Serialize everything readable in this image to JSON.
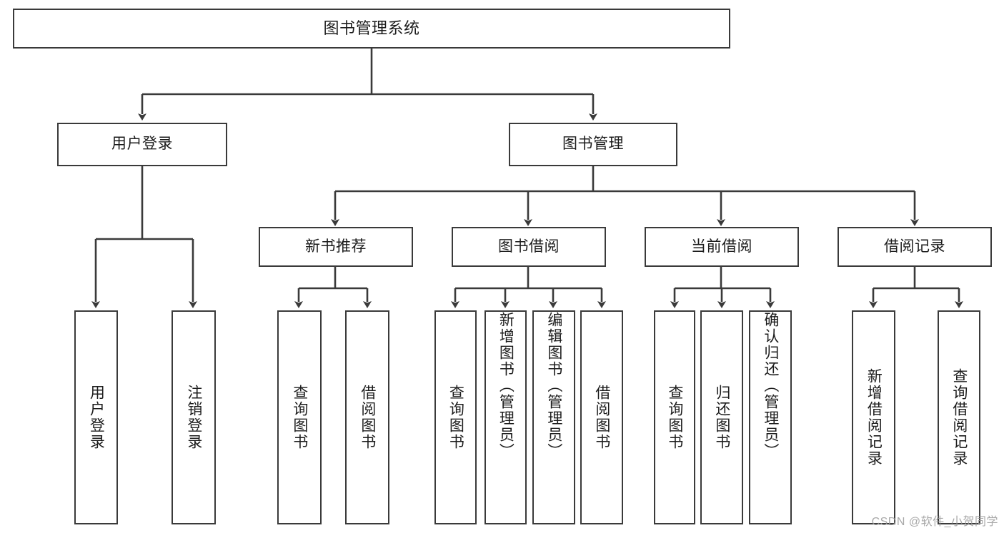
{
  "diagram": {
    "title": "图书管理系统",
    "type": "tree",
    "root": {
      "id": "root",
      "label": "图书管理系统"
    },
    "level2": [
      {
        "id": "user-login",
        "label": "用户登录"
      },
      {
        "id": "book-manage",
        "label": "图书管理"
      }
    ],
    "level3": [
      {
        "id": "new-book-recommend",
        "label": "新书推荐"
      },
      {
        "id": "book-borrow",
        "label": "图书借阅"
      },
      {
        "id": "current-borrow",
        "label": "当前借阅"
      },
      {
        "id": "borrow-record",
        "label": "借阅记录"
      }
    ],
    "leaves": {
      "user_login": [
        {
          "id": "leaf-user-login",
          "label": "用户登录"
        },
        {
          "id": "leaf-logout",
          "label": "注销登录"
        }
      ],
      "new_book_recommend": [
        {
          "id": "leaf-query-book-1",
          "label": "查询图书"
        },
        {
          "id": "leaf-borrow-book-1",
          "label": "借阅图书"
        }
      ],
      "book_borrow": [
        {
          "id": "leaf-query-book-2",
          "label": "查询图书"
        },
        {
          "id": "leaf-add-book",
          "label": "新增图书（管理员）"
        },
        {
          "id": "leaf-edit-book",
          "label": "编辑图书（管理员）"
        },
        {
          "id": "leaf-borrow-book-2",
          "label": "借阅图书"
        }
      ],
      "current_borrow": [
        {
          "id": "leaf-query-book-3",
          "label": "查询图书"
        },
        {
          "id": "leaf-return-book",
          "label": "归还图书"
        },
        {
          "id": "leaf-confirm-return",
          "label": "确认归还（管理员）"
        }
      ],
      "borrow_record": [
        {
          "id": "leaf-add-record",
          "label": "新增借阅记录"
        },
        {
          "id": "leaf-query-record",
          "label": "查询借阅记录"
        }
      ]
    }
  },
  "watermark": {
    "text": "CSDN @软件_小贺同学"
  },
  "colors": {
    "stroke": "#3a3a3a",
    "background": "#ffffff",
    "text": "#1c1c1c",
    "watermark": "#9a9a9a"
  }
}
